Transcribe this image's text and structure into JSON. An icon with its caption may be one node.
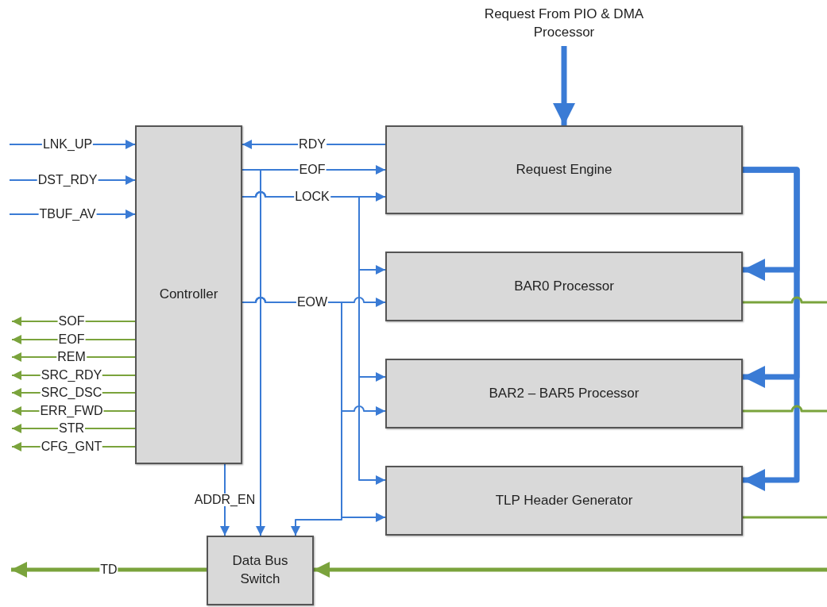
{
  "diagram": {
    "nodes": [
      {
        "text": [
          "Controller"
        ]
      },
      {
        "text": [
          "Request Engine"
        ]
      },
      {
        "text": [
          "BAR0 Processor"
        ]
      },
      {
        "text": [
          "BAR2 – BAR5 Processor"
        ]
      },
      {
        "text": [
          "TLP Header Generator"
        ]
      },
      {
        "text": [
          "Data Bus Switch"
        ]
      },
      {
        "text": [
          "Request From PIO & DMA Processor"
        ]
      }
    ],
    "edges": [
      {
        "from": null,
        "to": 0,
        "arrow": "to",
        "label": "LNK_UP"
      },
      {
        "from": null,
        "to": 0,
        "arrow": "to",
        "label": "DST_RDY"
      },
      {
        "from": null,
        "to": 0,
        "arrow": "to",
        "label": "TBUF_AV"
      },
      {
        "from": 0,
        "to": null,
        "arrow": "to",
        "label": "SOF",
        "color": "#7aa33c"
      },
      {
        "from": 0,
        "to": null,
        "arrow": "to",
        "label": "EOF",
        "color": "#7aa33c"
      },
      {
        "from": 0,
        "to": null,
        "arrow": "to",
        "label": "REM",
        "color": "#7aa33c"
      },
      {
        "from": 0,
        "to": null,
        "arrow": "to",
        "label": "SRC_RDY",
        "color": "#7aa33c"
      },
      {
        "from": 0,
        "to": null,
        "arrow": "to",
        "label": "SRC_DSC",
        "color": "#7aa33c"
      },
      {
        "from": 0,
        "to": null,
        "arrow": "to",
        "label": "ERR_FWD",
        "color": "#7aa33c"
      },
      {
        "from": 0,
        "to": null,
        "arrow": "to",
        "label": "STR",
        "color": "#7aa33c"
      },
      {
        "from": 0,
        "to": null,
        "arrow": "to",
        "label": "CFG_GNT",
        "color": "#7aa33c"
      },
      {
        "from": 1,
        "to": 0,
        "arrow": "to",
        "label": "RDY"
      },
      {
        "from": 0,
        "to": 1,
        "arrow": "to",
        "label": "EOF"
      },
      {
        "from": 0,
        "to": 5,
        "arrow": "to"
      },
      {
        "from": 0,
        "to": 1,
        "arrow": "to",
        "label": "LOCK"
      },
      {
        "from": 0,
        "to": 2,
        "arrow": "to"
      },
      {
        "from": 0,
        "to": 3,
        "arrow": "to"
      },
      {
        "from": 0,
        "to": 4,
        "arrow": "to"
      },
      {
        "from": 0,
        "to": 2,
        "arrow": "to",
        "label": "EOW"
      },
      {
        "from": 0,
        "to": 3,
        "arrow": "to"
      },
      {
        "from": 0,
        "to": 4,
        "arrow": "to"
      },
      {
        "from": 0,
        "to": 5,
        "arrow": "to"
      },
      {
        "from": 0,
        "to": 5,
        "arrow": "to",
        "label": "ADDR_EN"
      },
      {
        "from": 6,
        "to": 1,
        "arrow": "to",
        "style": "thick"
      },
      {
        "from": 1,
        "to": 2,
        "arrow": "to",
        "style": "thick"
      },
      {
        "from": 1,
        "to": 3,
        "arrow": "to",
        "style": "thick"
      },
      {
        "from": 1,
        "to": 4,
        "arrow": "to",
        "style": "thick"
      },
      {
        "from": 2,
        "to": null,
        "arrow": "none",
        "color": "#7aa33c"
      },
      {
        "from": 3,
        "to": null,
        "arrow": "none",
        "color": "#7aa33c"
      },
      {
        "from": 4,
        "to": null,
        "arrow": "none",
        "color": "#7aa33c"
      },
      {
        "from": 5,
        "to": null,
        "arrow": "to",
        "label": "TD",
        "style": "thick",
        "color": "#7aa33c"
      },
      {
        "from": null,
        "to": 5,
        "arrow": "to",
        "style": "thick",
        "color": "#7aa33c"
      }
    ]
  }
}
